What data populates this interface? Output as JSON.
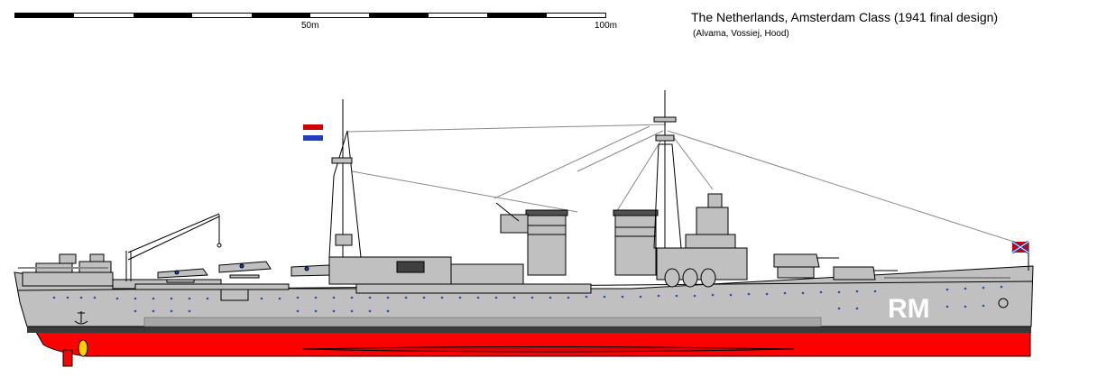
{
  "scale": {
    "label_mid": "50m",
    "label_end": "100m"
  },
  "title": "The Netherlands, Amsterdam Class (1941 final design)",
  "credits": "(Alvama, Vossiej, Hood)",
  "hull_marking": "RM",
  "colors": {
    "hull_grey": "#c0c0c0",
    "hull_red": "#ff0000",
    "waterline": "#404040",
    "flag_red": "#cc0000",
    "flag_white": "#ffffff",
    "flag_blue": "#1f3fbf",
    "propeller": "#ffd000"
  }
}
